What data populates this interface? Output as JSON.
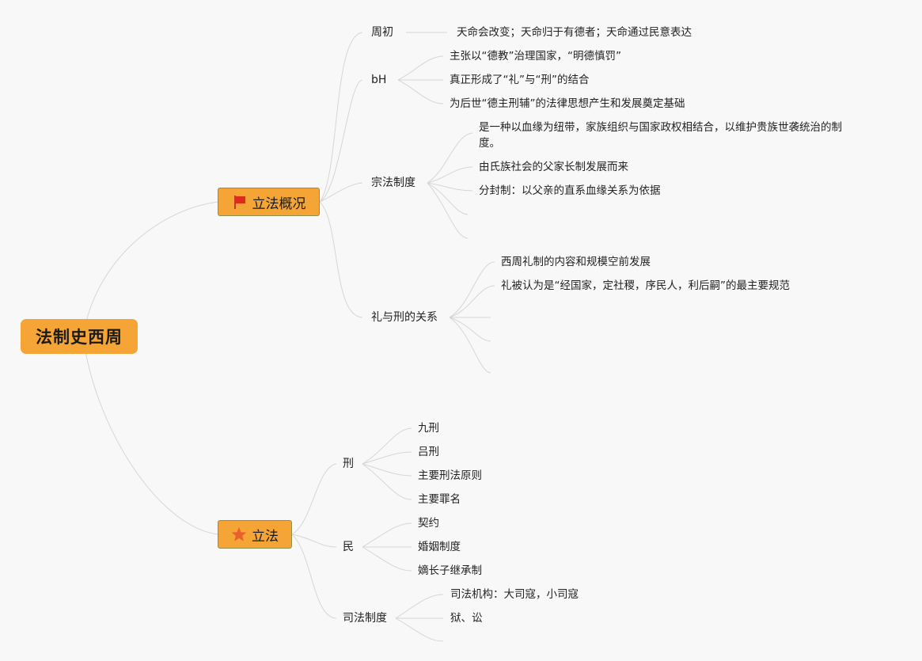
{
  "root": {
    "label": "法制史西周"
  },
  "branch_legislation_overview": {
    "label": "立法概况",
    "icon": "red-flag-icon",
    "zhouchu": {
      "label": "周初",
      "items": [
        "天命会改变；天命归于有德者；天命通过民意表达"
      ]
    },
    "bh": {
      "label": "bH",
      "items": [
        "主张以“德教”治理国家，“明德慎罚”",
        "真正形成了“礼”与“刑”的结合",
        "为后世“德主刑辅”的法律思想产生和发展奠定基础"
      ]
    },
    "zongfa": {
      "label": "宗法制度",
      "items": [
        "是一种以血缘为纽带，家族组织与国家政权相结合，以维护贵族世袭统治的制度。",
        "由氏族社会的父家长制发展而来",
        "分封制：以父亲的直系血缘关系为依据"
      ]
    },
    "li_xing": {
      "label": "礼与刑的关系",
      "items": [
        "西周礼制的内容和规模空前发展",
        "礼被认为是“经国家，定社稷，序民人，利后嗣”的最主要规范"
      ]
    }
  },
  "branch_legislation": {
    "label": "立法",
    "icon": "orange-star-icon",
    "xing": {
      "label": "刑",
      "items": [
        "九刑",
        "吕刑",
        "主要刑法原则",
        "主要罪名"
      ]
    },
    "min": {
      "label": "民",
      "items": [
        "契约",
        "婚姻制度",
        "嫡长子继承制"
      ]
    },
    "sifa": {
      "label": "司法制度",
      "items": [
        "司法机构：大司寇，小司寇",
        "狱、讼"
      ]
    }
  },
  "colors": {
    "node_fill": "#f4a535",
    "connector": "#d6d6d6",
    "background": "#f8f8f8"
  }
}
